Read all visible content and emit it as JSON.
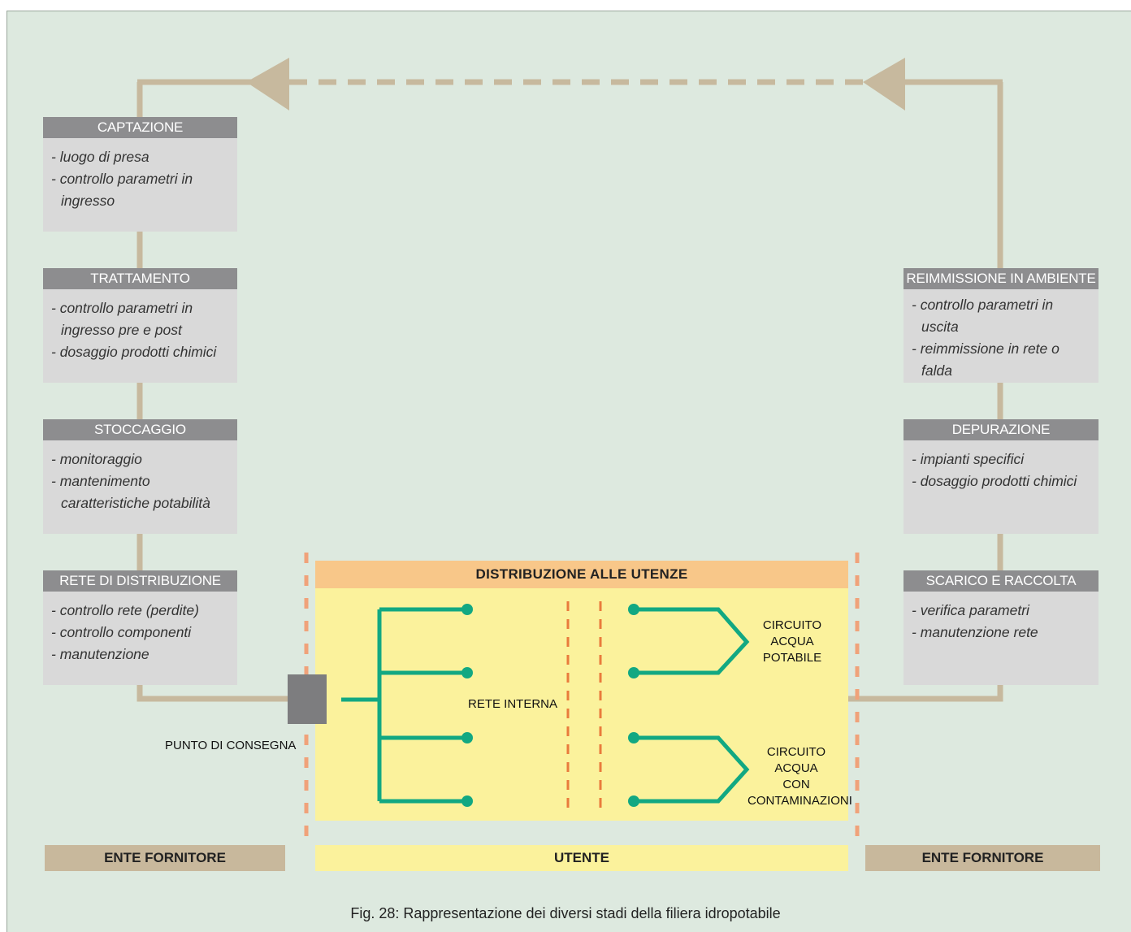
{
  "colors": {
    "background": "#dde9df",
    "pipe": "#c7b99e",
    "box_title": "#8d8d8f",
    "box_body": "#d9d9d9",
    "network": "#12a882",
    "panel_yellow": "#fbf29c",
    "panel_header": "#f8c789",
    "boundary_dash": "#f0a27a",
    "inner_dash": "#e97b3c",
    "footer_supplier": "#c8b89c"
  },
  "stages": {
    "captazione": {
      "title": "CAPTAZIONE",
      "items": [
        "luogo di presa",
        "controllo parametri in ingresso"
      ]
    },
    "trattamento": {
      "title": "TRATTAMENTO",
      "items": [
        "controllo parametri in ingresso pre e post",
        "dosaggio prodotti chimici"
      ]
    },
    "stoccaggio": {
      "title": "STOCCAGGIO",
      "items": [
        "monitoraggio",
        "mantenimento caratteristiche potabilità"
      ]
    },
    "rete": {
      "title": "RETE DI DISTRIBUZIONE",
      "items": [
        "controllo rete (perdite)",
        "controllo componenti",
        "manutenzione"
      ]
    },
    "reimmissione": {
      "title": "REIMMISSIONE IN AMBIENTE",
      "items": [
        "controllo parametri in uscita",
        "reimmissione in rete o falda"
      ]
    },
    "depurazione": {
      "title": "DEPURAZIONE",
      "items": [
        "impianti specifici",
        "dosaggio prodotti chimici"
      ]
    },
    "scarico": {
      "title": "SCARICO E RACCOLTA",
      "items": [
        "verifica parametri",
        "manutenzione rete"
      ]
    }
  },
  "distribution": {
    "title": "DISTRIBUZIONE ALLE UTENZE",
    "rete_interna": "RETE INTERNA",
    "circuito_potabile": [
      "CIRCUITO",
      "ACQUA",
      "POTABILE"
    ],
    "circuito_contaminazioni": [
      "CIRCUITO",
      "ACQUA",
      "CON",
      "CONTAMINAZIONI"
    ]
  },
  "punto_consegna": "PUNTO DI CONSEGNA",
  "footers": {
    "left": "ENTE FORNITORE",
    "center": "UTENTE",
    "right": "ENTE FORNITORE"
  },
  "caption": "Fig. 28:  Rappresentazione dei diversi stadi della filiera idropotabile"
}
